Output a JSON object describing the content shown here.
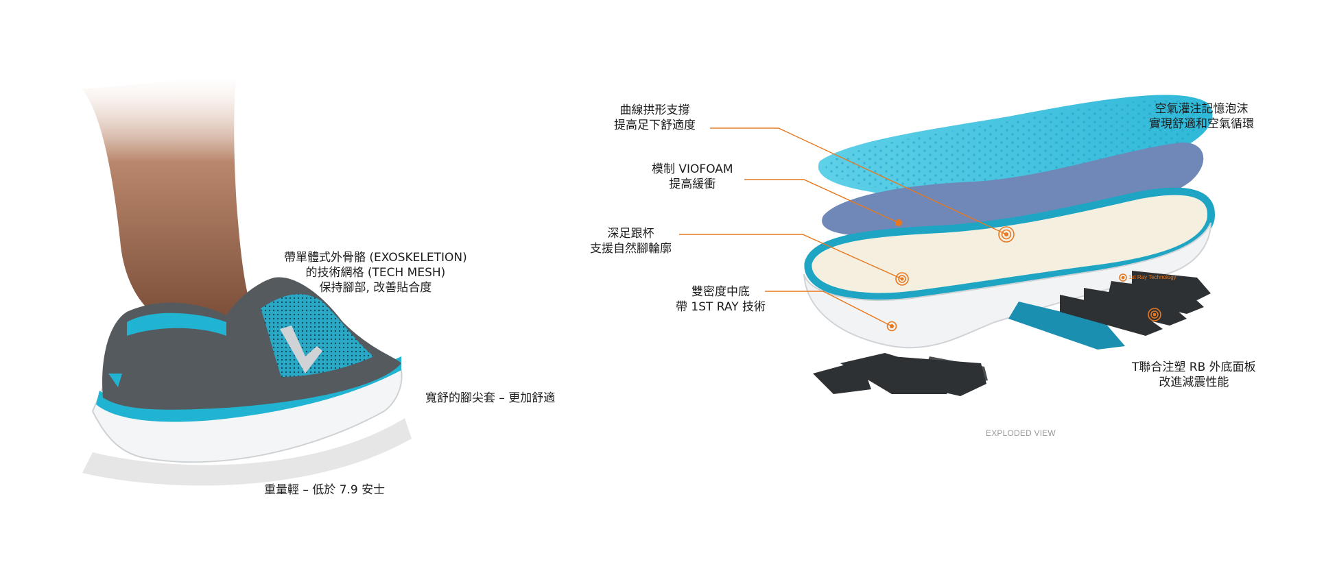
{
  "left_labels": {
    "exoskeleton": [
      "帶單體式外骨骼 (EXOSKELETION)",
      "的技術網格 (TECH MESH)",
      "保持腳部, 改善貼合度"
    ],
    "toe_box": "寬舒的腳尖套 – 更加舒適",
    "weight": "重量輕 – 低於 7.9 安士"
  },
  "right_labels": {
    "arch_support": [
      "曲線拱形支撐",
      "提高足下舒適度"
    ],
    "viofoam": [
      "模制 VIOFOAM",
      "提高緩衝"
    ],
    "heel_cup": [
      "深足跟杯",
      "支援自然腳輪廓"
    ],
    "midsole": [
      "雙密度中底",
      "帶 1ST RAY 技術"
    ],
    "memory_foam": [
      "空氣灌注記憶泡沫",
      "實現舒適和空氣循環"
    ],
    "outsole": [
      "T聯合注塑 RB 外底面板",
      "改進減震性能"
    ]
  },
  "caption": "EXPLODED VIEW",
  "tech_tag": "1st Ray Technology",
  "colors": {
    "accent": "#e7781f",
    "teal": "#1fb3cf",
    "gray": "#555a5e"
  }
}
